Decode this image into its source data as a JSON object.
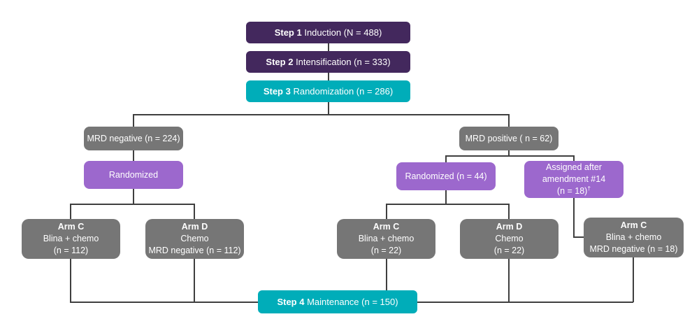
{
  "colors": {
    "dark_purple": "#43285d",
    "teal": "#00adb9",
    "gray": "#767676",
    "purple": "#9c68cd",
    "line": "#3f3f3f",
    "text_on_box": "#ffffff",
    "background": "#ffffff"
  },
  "steps": [
    {
      "bold": "Step 1",
      "rest": "Induction (N = 488)"
    },
    {
      "bold": "Step 2",
      "rest": "Intensification (n = 333)"
    },
    {
      "bold": "Step 3",
      "rest": "Randomization (n = 286)"
    },
    {
      "bold": "Step 4",
      "rest": "Maintenance (n = 150)"
    }
  ],
  "mrd": {
    "negative": "MRD negative (n = 224)",
    "positive": "MRD positive ( n = 62)"
  },
  "randomized_left": {
    "label": "Randomized"
  },
  "randomized_right": {
    "label": "Randomized (n = 44)"
  },
  "amendment": {
    "line1": "Assigned after",
    "line2": "amendment #14",
    "line3": "(n = 18)",
    "dagger": "†"
  },
  "arms": [
    {
      "title": "Arm C",
      "line2": "Blina + chemo",
      "line3": "(n = 112)"
    },
    {
      "title": "Arm D",
      "line2": "Chemo",
      "line3": "MRD negative (n = 112)"
    },
    {
      "title": "Arm C",
      "line2": "Blina + chemo",
      "line3": "(n = 22)"
    },
    {
      "title": "Arm D",
      "line2": "Chemo",
      "line3": "(n = 22)"
    },
    {
      "title": "Arm C",
      "line2": "Blina + chemo",
      "line3": "MRD negative (n = 18)"
    }
  ]
}
